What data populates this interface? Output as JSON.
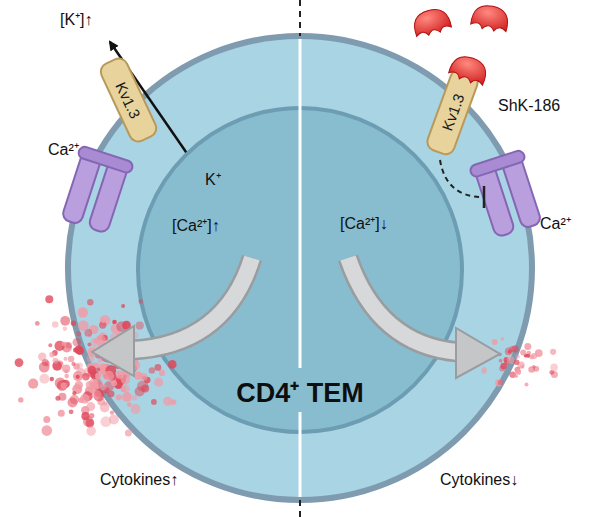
{
  "diagram": {
    "nodes": [
      {
        "text": [
          "CD4⁺ TEM"
        ]
      },
      {
        "text": [
          "Kv1.3"
        ]
      },
      {
        "text": [
          "Kv1.3"
        ]
      }
    ],
    "labels": [
      "[K⁺]↑",
      "K⁺",
      "Ca²⁺",
      "[Ca²⁺]↑",
      "Cytokines↑",
      "ShK-186",
      "Ca²⁺",
      "[Ca²⁺]↓",
      "Cytokines↓"
    ]
  }
}
